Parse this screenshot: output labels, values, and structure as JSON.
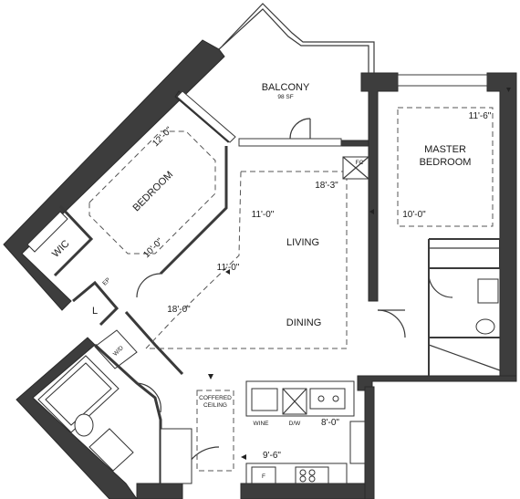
{
  "rooms": {
    "balcony": "BALCONY",
    "balcony_area": "98 SF",
    "master_line1": "MASTER",
    "master_line2": "BEDROOM",
    "bedroom": "BEDROOM",
    "wic": "WIC",
    "living": "LIVING",
    "dining": "DINING",
    "coffered_line1": "COFFERED",
    "coffered_line2": "CEILING",
    "linen": "L",
    "electrical_panel": "EP",
    "fan_coil": "FC",
    "washer_dryer": "W/D",
    "wine": "WINE",
    "dishwasher": "D/W",
    "fridge": "F"
  },
  "dimensions": {
    "master_width": "11'-6\"",
    "master_depth": "10'-0\"",
    "bedroom_width": "12'-0\"",
    "bedroom_depth": "10'-0\"",
    "living_width": "18'-3\"",
    "living_depth_a": "11'-0\"",
    "living_depth_b": "11'-0\"",
    "dining_length": "18'-0\"",
    "kitchen_width": "8'-0\"",
    "kitchen_length": "9'-6\""
  }
}
